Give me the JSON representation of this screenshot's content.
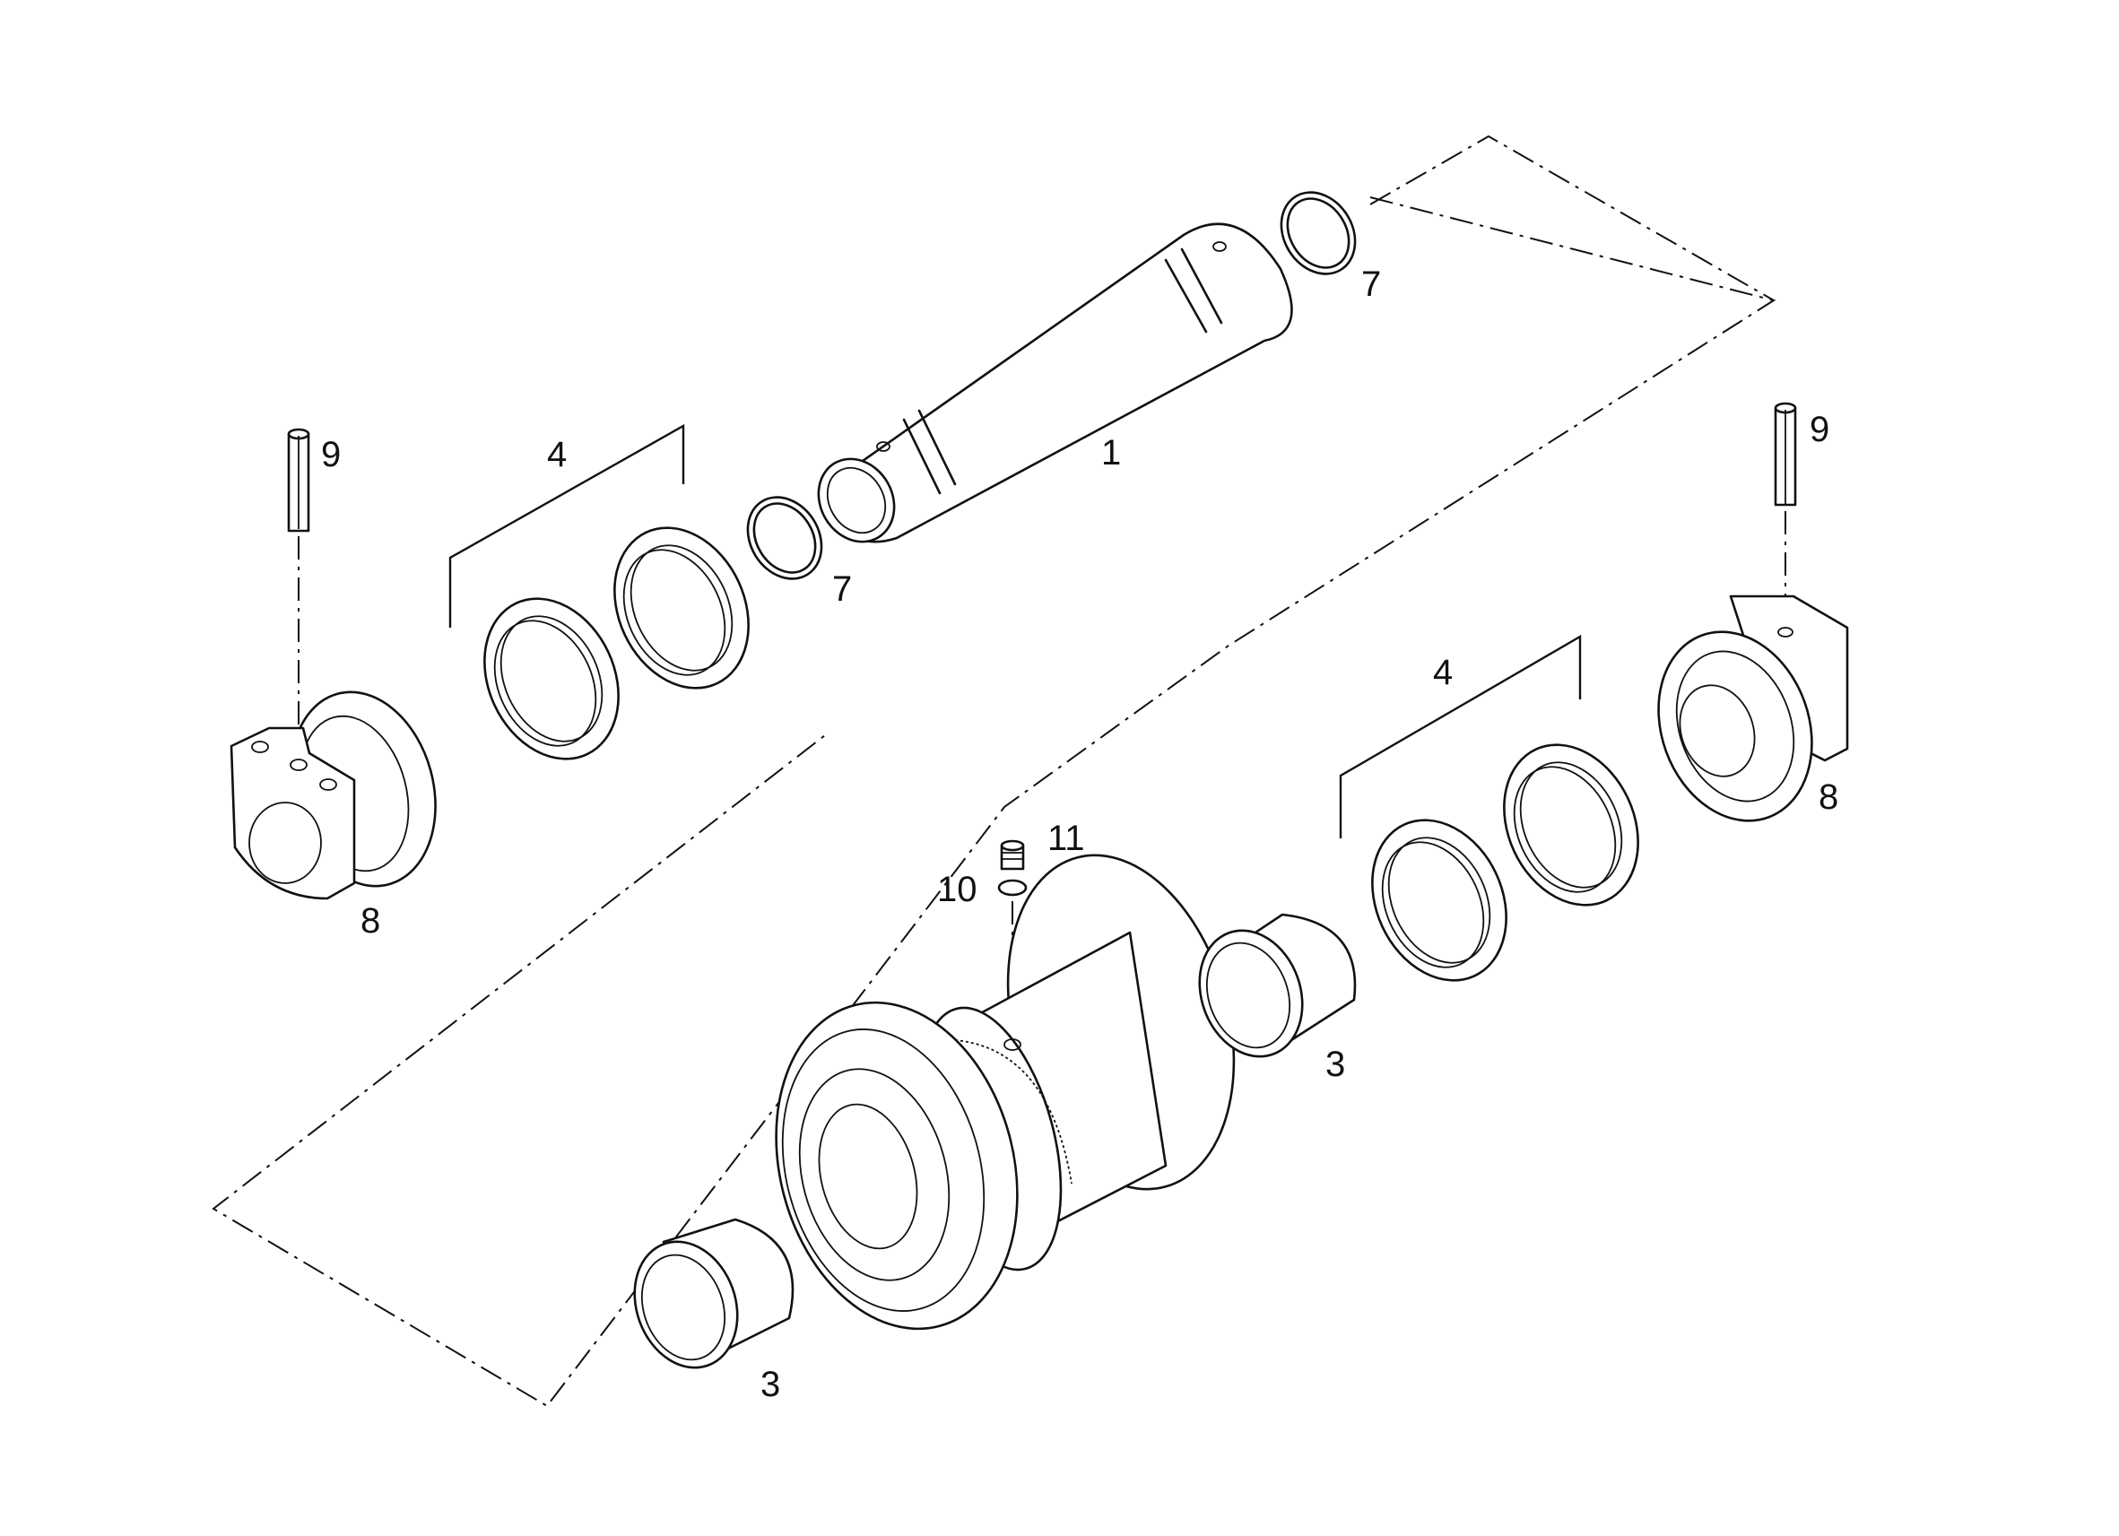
{
  "callouts": {
    "shaft": "1",
    "bushing_front": "3",
    "bushing_rear": "3",
    "seal_group_left": "4",
    "seal_group_right": "4",
    "o_ring_upper": "7",
    "o_ring_lower": "7",
    "collar_left": "8",
    "collar_right": "8",
    "pin_left": "9",
    "pin_right": "9",
    "washer": "10",
    "plug": "11"
  }
}
